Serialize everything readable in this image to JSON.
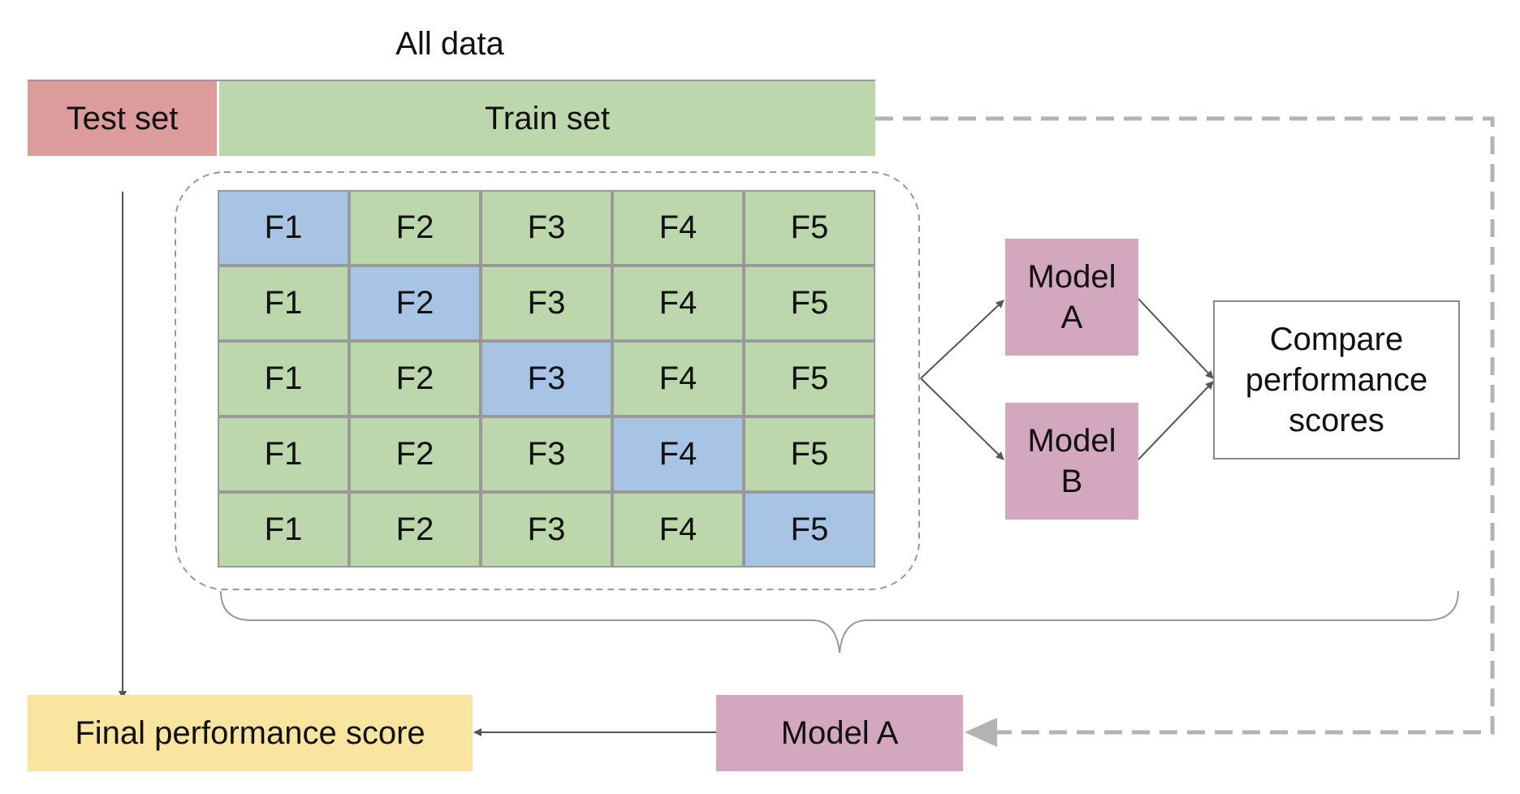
{
  "top_label": "All data",
  "test_set": "Test set",
  "train_set": "Train set",
  "grid": [
    [
      "F1",
      "F2",
      "F3",
      "F4",
      "F5"
    ],
    [
      "F1",
      "F2",
      "F3",
      "F4",
      "F5"
    ],
    [
      "F1",
      "F2",
      "F3",
      "F4",
      "F5"
    ],
    [
      "F1",
      "F2",
      "F3",
      "F4",
      "F5"
    ],
    [
      "F1",
      "F2",
      "F3",
      "F4",
      "F5"
    ]
  ],
  "model_a": [
    "Model",
    "A"
  ],
  "model_b": [
    "Model",
    "B"
  ],
  "compare": [
    "Compare",
    "performance",
    "scores"
  ],
  "final_model": "Model A",
  "final_score": "Final performance score",
  "colors": {
    "test": "#dd9c9c",
    "train": "#bcd7ab",
    "validation": "#a7c4e4",
    "model": "#d3a7bd",
    "final": "#f9e59f"
  }
}
